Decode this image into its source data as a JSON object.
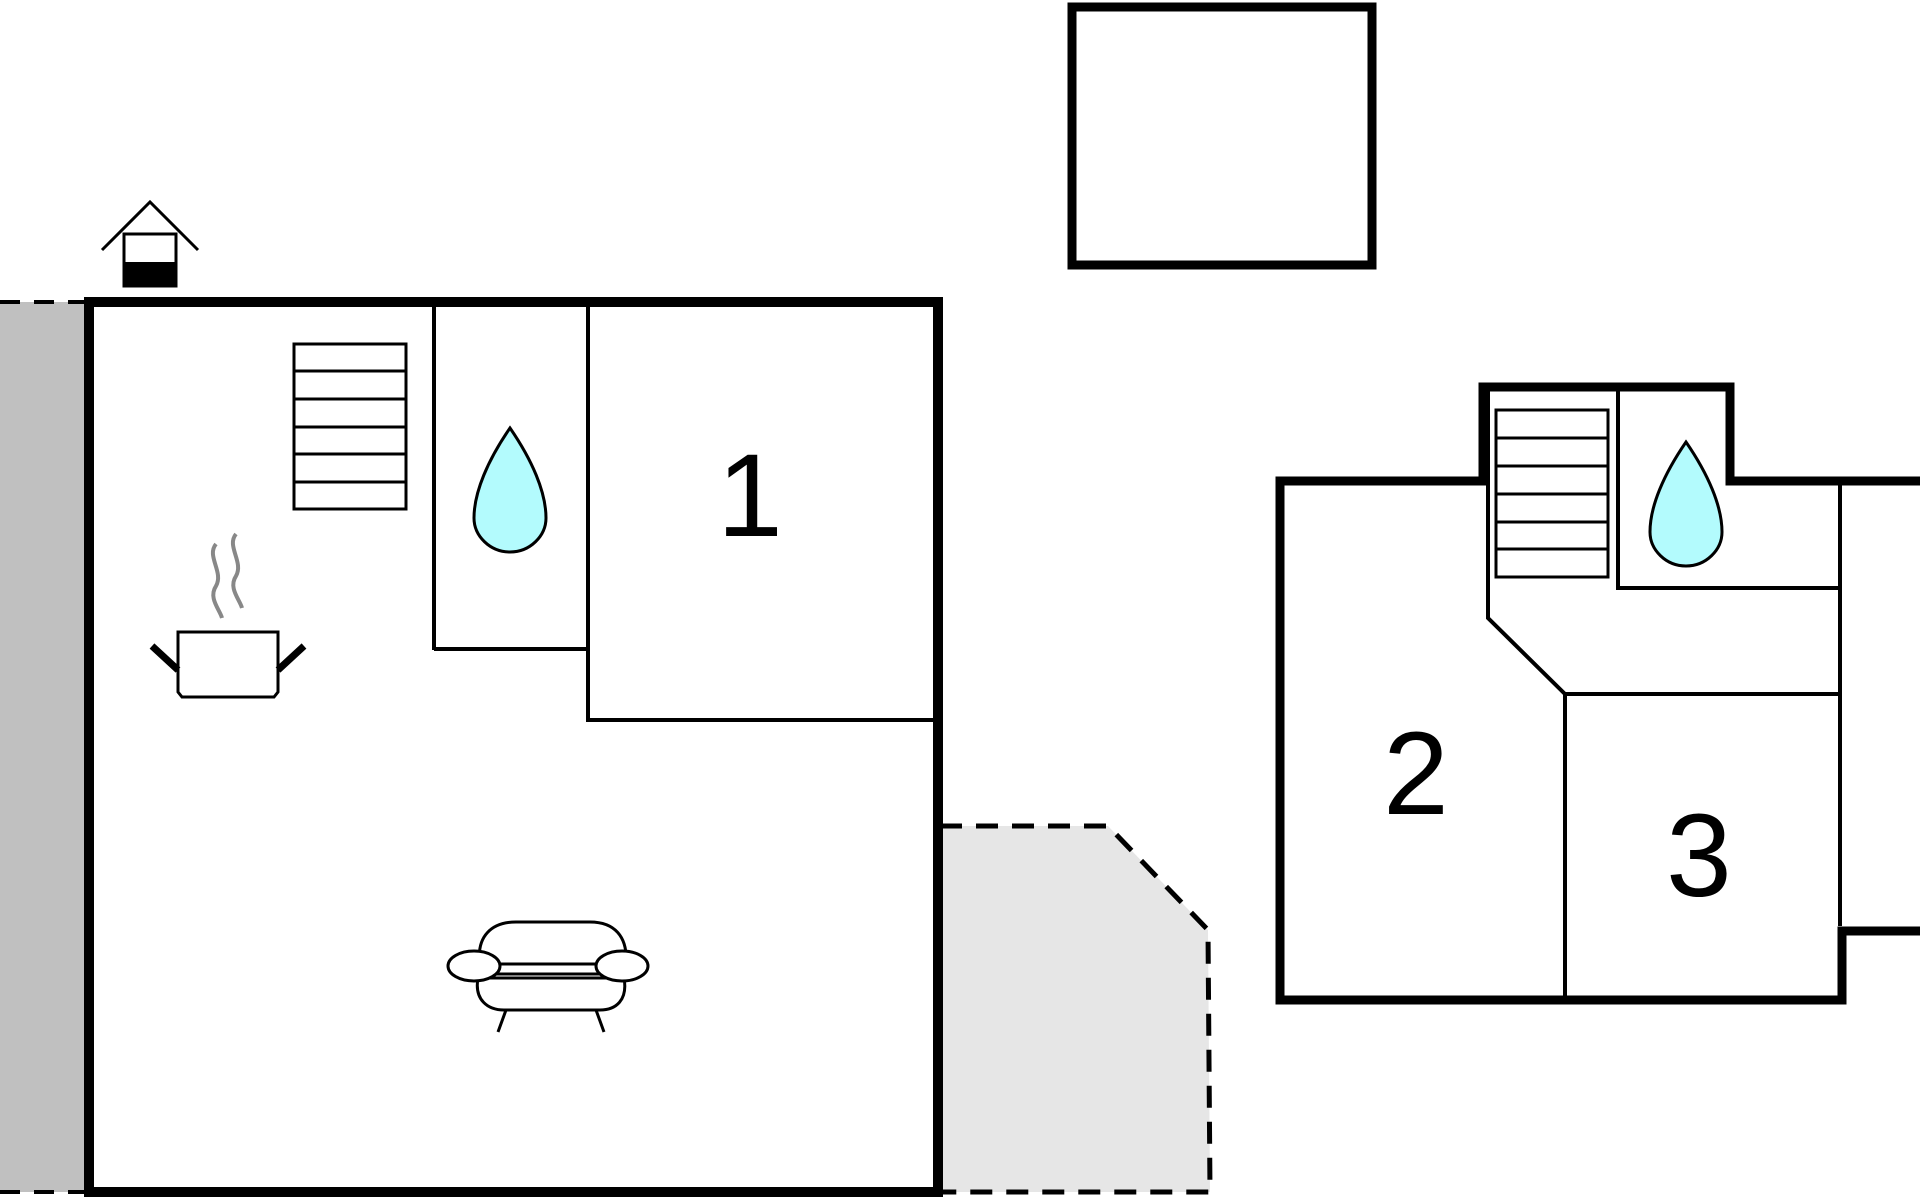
{
  "colors": {
    "wall": "#000000",
    "background": "#ffffff",
    "outdoor_strip": "#c0c0c0",
    "terrace": "#e6e6e6",
    "water_drop_fill": "#b3fbfd",
    "steam": "#888888"
  },
  "icons": {
    "entrance": "entrance-house-icon",
    "stairs": "staircase-icon",
    "bathroom": "water-drop-icon",
    "kitchen": "cooking-pot-icon",
    "living_room": "sofa-icon"
  },
  "rooms": {
    "room_1": {
      "label": "1"
    },
    "room_2": {
      "label": "2"
    },
    "room_3": {
      "label": "3"
    }
  }
}
